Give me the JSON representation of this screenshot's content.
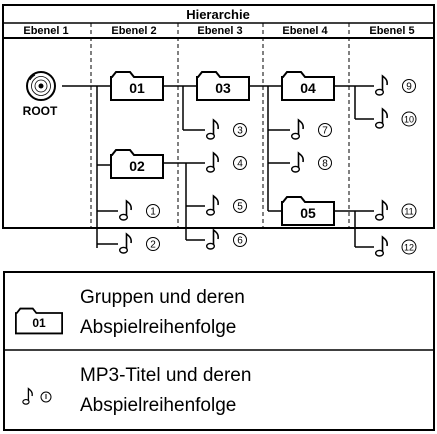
{
  "title": "Hierarchie",
  "levels": [
    "Ebenel 1",
    "Ebenel 2",
    "Ebenel 3",
    "Ebenel 4",
    "Ebenel 5"
  ],
  "root_label": "ROOT",
  "folders": {
    "f01": "01",
    "f02": "02",
    "f03": "03",
    "f04": "04",
    "f05": "05"
  },
  "tracks": {
    "t1": "1",
    "t2": "2",
    "t3": "3",
    "t4": "4",
    "t5": "5",
    "t6": "6",
    "t7": "7",
    "t8": "8",
    "t9": "9",
    "t10": "10",
    "t11": "11",
    "t12": "12"
  },
  "legend": {
    "folder_icon_label": "01",
    "folder_line1": "Gruppen und deren",
    "folder_line2": "Abspielreihenfolge",
    "track_line1": "MP3-Titel und deren",
    "track_line2": "Abspielreihenfolge"
  }
}
